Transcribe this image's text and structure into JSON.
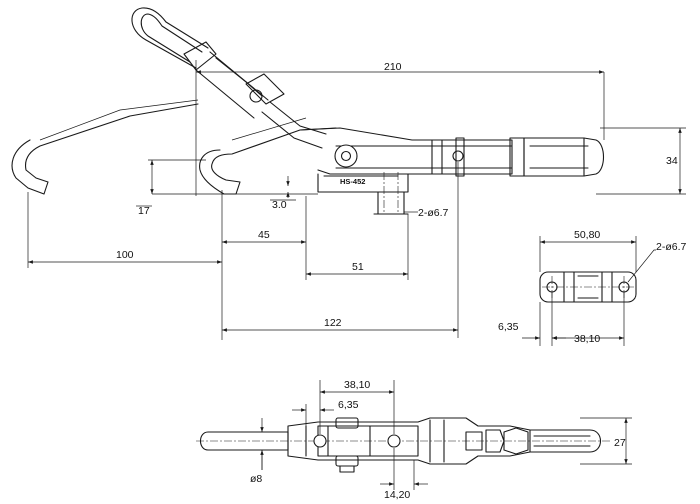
{
  "model_marking": "HS-452",
  "dimensions": {
    "overall_length": "210",
    "body_height": "34",
    "hook_offset": "17",
    "base_step": "3.0",
    "base_holes_side": "2-ø6.7",
    "hook_to_base": "45",
    "base_hole_spacing": "51",
    "hook_reach": "100",
    "hook_to_pivot": "122",
    "base_width": "50,80",
    "base_holes_plan": "2-ø6.7",
    "hole_offset": "6,35",
    "hole_spacing_plan": "38,10",
    "bottom_hole_spacing": "38,10",
    "bottom_hole_offset": "6,35",
    "pin_diameter": "ø8",
    "body_width": "27",
    "base_offset": "14,20"
  }
}
